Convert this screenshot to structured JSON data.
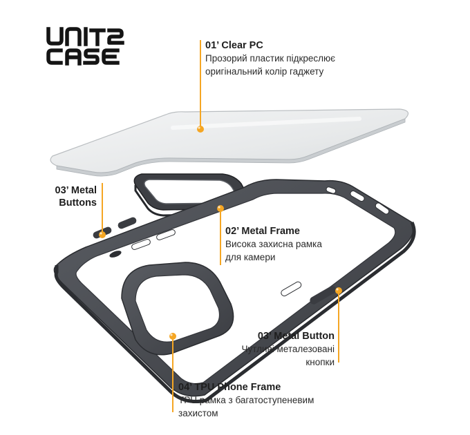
{
  "brand": {
    "logo_line1": "UNIT2",
    "logo_line2": "CASE"
  },
  "callouts": {
    "clear_pc": {
      "title": "01’ Clear PC",
      "desc1": "Прозорий пластик підкреслює",
      "desc2": "оригінальний колір гаджету"
    },
    "metal_buttons": {
      "title1": "03’ Metal",
      "title2": "Buttons"
    },
    "metal_frame": {
      "title": "02’ Metal Frame",
      "desc1": "Висока захисна рамка",
      "desc2": "для камери"
    },
    "metal_button": {
      "title": "03’ Metal Button",
      "desc1": "Чутливі металезовані",
      "desc2": "кнопки"
    },
    "tpu_frame": {
      "title": "04’ TPU Phone Frame",
      "desc1": "TPU рамка з багатоступеневим",
      "desc2": "захистом"
    }
  },
  "colors": {
    "accent": "#f5a623",
    "frame": "#4a4d53",
    "frame_dark": "#2f3136",
    "glass": "#eef0f1"
  }
}
